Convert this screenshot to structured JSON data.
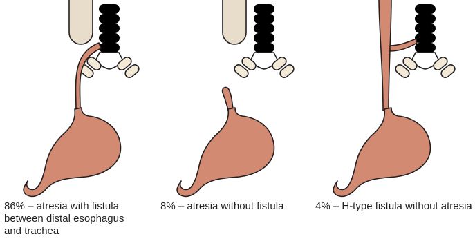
{
  "colors": {
    "esophagus_fill": "#d38a72",
    "outline": "#231f20",
    "trachea_fill": "#f2ead7",
    "carina_fill": "#ffffff",
    "bronchus_fill": "#f2ead7",
    "pharynx_fill": "#e8dccb"
  },
  "panels": [
    {
      "variant": "atresia-with-distal-fistula",
      "caption": "86% – atresia with fistula between distal esophagus and trachea"
    },
    {
      "variant": "atresia-without-fistula",
      "caption": "8% – atresia without fistula"
    },
    {
      "variant": "h-type-fistula-without-atresia",
      "caption": "4% – H-type fistula without atresia"
    }
  ]
}
